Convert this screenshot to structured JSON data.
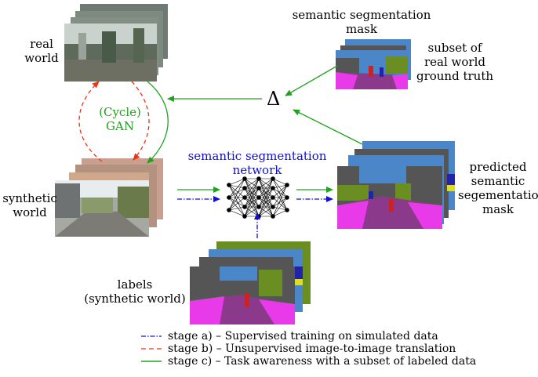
{
  "nodes": {
    "real_world": {
      "line1": "real",
      "line2": "world"
    },
    "semantic_mask_top": {
      "line1": "semantic segmentation",
      "line2": "mask"
    },
    "subset_gt": {
      "line1": "subset of",
      "line2": "real world",
      "line3": "ground truth"
    },
    "delta": "Δ",
    "cycle_gan": {
      "line1": "(Cycle)",
      "line2": "GAN"
    },
    "network": {
      "line1": "semantic segmentation",
      "line2": "network"
    },
    "synthetic_world": {
      "line1": "synthetic",
      "line2": "world"
    },
    "predicted": {
      "line1": "predicted",
      "line2": "semantic",
      "line3": "segementation",
      "line4": "mask"
    },
    "labels": {
      "line1": "labels",
      "line2": "(synthetic world)"
    }
  },
  "legend": [
    {
      "text": "stage a) – Supervised training on simulated data",
      "color": "#1010d0",
      "style": "dashdot"
    },
    {
      "text": "stage b) – Unsupervised image-to-image translation",
      "color": "#ee3311",
      "style": "dashed"
    },
    {
      "text": "stage c) – Task awareness with a subset of labeled data",
      "color": "#1fa31f",
      "style": "solid"
    }
  ],
  "colors": {
    "stage_a": "#1010d0",
    "stage_b": "#ee3311",
    "stage_c": "#1fa31f",
    "seg_sky": "#4a86c8",
    "seg_road": "#8b3a8b",
    "seg_sidewalk": "#e83ae8",
    "seg_vegetation": "#6b8e23",
    "seg_building": "#555555"
  }
}
